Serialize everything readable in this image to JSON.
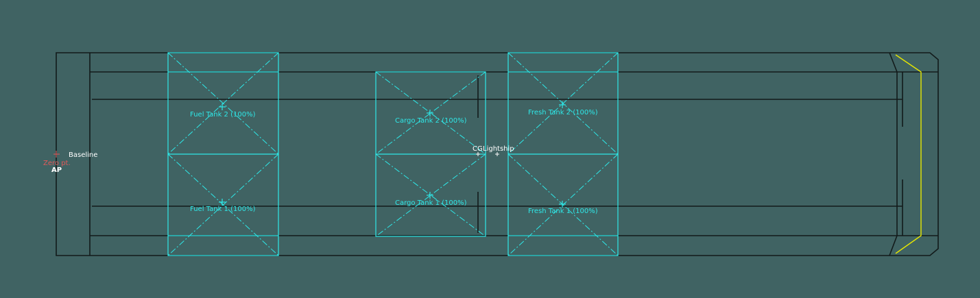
{
  "labels": {
    "baseline": "Baseline",
    "zero_point": "Zero pt.",
    "ap": "AP",
    "cg": "CG",
    "lightship": "Lightship"
  },
  "tanks": [
    {
      "id": "fuel-tank-2",
      "label": "Fuel Tank 2 (100%)"
    },
    {
      "id": "fuel-tank-1",
      "label": "Fuel Tank 1 (100%)"
    },
    {
      "id": "cargo-tank-2",
      "label": "Cargo Tank 2 (100%)"
    },
    {
      "id": "cargo-tank-1",
      "label": "Cargo Tank 1 (100%)"
    },
    {
      "id": "fresh-tank-2",
      "label": "Fresh Tank 2 (100%)"
    },
    {
      "id": "fresh-tank-1",
      "label": "Fresh Tank 1 (100%)"
    }
  ],
  "colors": {
    "background": "#406363",
    "hull": "#121a1a",
    "tank": "#2ee8e8",
    "bow": "#e8e800",
    "zero_point": "#e05a5a",
    "text": "#ffffff"
  }
}
